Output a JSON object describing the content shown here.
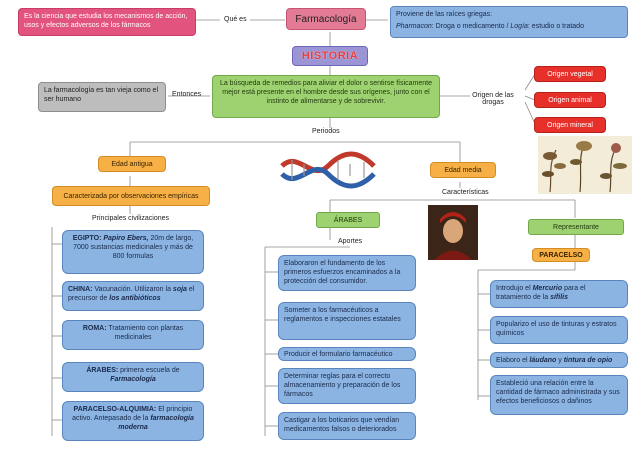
{
  "center": {
    "title": "Farmacología",
    "historia": "HISTORIA"
  },
  "definition": "Es la ciencia que estudia los mecanismos de acción, usos y efectos adversos de los fármacos",
  "labels": {
    "que_es": "Qué es",
    "entonces": "Entonces",
    "origen_drogas": "Origen de las drogas",
    "periodos": "Periodos",
    "caracteristicas": "Características",
    "principales": "Principales civilizaciones",
    "aportes": "Aportes"
  },
  "etymology": {
    "line1": "Proviene de las raíces griegas:",
    "line2_a": "Pharmacon",
    "line2_b": ": Droga o medicamento / ",
    "line2_c": "Logía",
    "line2_d": ": estudio o tratado"
  },
  "vieja": "La farmacología es tan vieja como el ser humano",
  "busqueda": "La búsqueda de remedios para aliviar el dolor o sentirse físicamente mejor está presente en el hombre desde sus orígenes, junto con el instinto de alimentarse y de sobrevivir.",
  "origins": [
    "Origen vegetal",
    "Origen animal",
    "Origen mineral"
  ],
  "edad_antigua": "Edad antigua",
  "edad_antigua_desc": "Caracterizada por observaciones empíricas",
  "edad_media": "Edad media",
  "arabes": "ÁRABES",
  "representante": "Representante",
  "paracelso": "PARACELSO",
  "civilizations": [
    {
      "name": "EGIPTO:",
      "name_b": "Papiro Ebers,",
      "rest": " 20m de largo, 7000 sustancias medicinales y más de 800 formulas"
    },
    {
      "name": "CHINA:",
      "rest_a": " Vacunación. Utilizaron la ",
      "soja": "soja",
      "rest_b": " el precursor de ",
      "antib": "los antibióticos"
    },
    {
      "name": "ROMA:",
      "rest": " Tratamiento con plantas medicinales"
    },
    {
      "name": "ÁRABES:",
      "rest": " primera escuela de ",
      "em": "Farmacología"
    },
    {
      "name": "PARACELSO-ALQUIMIA:",
      "rest": " El principio activo. Antepasado de la ",
      "em": "farmacología moderna"
    }
  ],
  "aportes": [
    "Elaboraron el fundamento de los primeros esfuerzos encaminados a la protección del consumidor.",
    "Someter a los farmacéuticos a reglamentos e inspecciones estatales",
    "Producir el formulario farmacéutico",
    "Determinar reglas para el correcto almacenamiento y preparación de los fármacos",
    "Castigar a los boticarios que vendían medicamentos falsos o deteriorados"
  ],
  "paracelso_items": {
    "i1_a": "Introdujo el ",
    "i1_b": "Mercurio",
    "i1_c": " para el tratamiento de la ",
    "i1_d": "sífilis",
    "i2": "Popularizo el uso de tinturas y estratos químicos",
    "i3_a": "Elaboro el ",
    "i3_b": "láudano",
    "i3_c": " y ",
    "i3_d": "tintura de opio",
    "i4": "Estableció una relación entre la cantidad de fármaco administrada y sus efectos beneficiosos o dañinos"
  },
  "colors": {
    "pink": "#e2537d",
    "blue": "#8bb4e3",
    "green": "#9ed170",
    "red": "#e7302a",
    "orange": "#f6b046"
  }
}
